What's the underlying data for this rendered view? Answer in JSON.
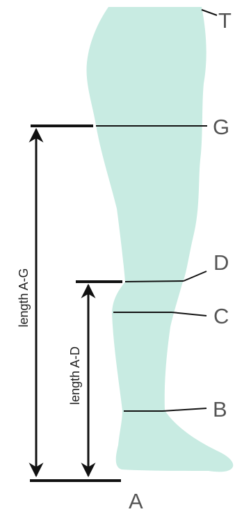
{
  "diagram": {
    "points": {
      "T": "T",
      "G": "G",
      "D": "D",
      "C": "C",
      "B": "B",
      "A": "A"
    },
    "measurements": {
      "length_ag": "length  A-G",
      "length_ad": "length  A-D"
    },
    "colors": {
      "leg_fill": "#c8ebe2",
      "line": "#111111",
      "label_text": "#555555",
      "length_text": "#222222"
    }
  }
}
